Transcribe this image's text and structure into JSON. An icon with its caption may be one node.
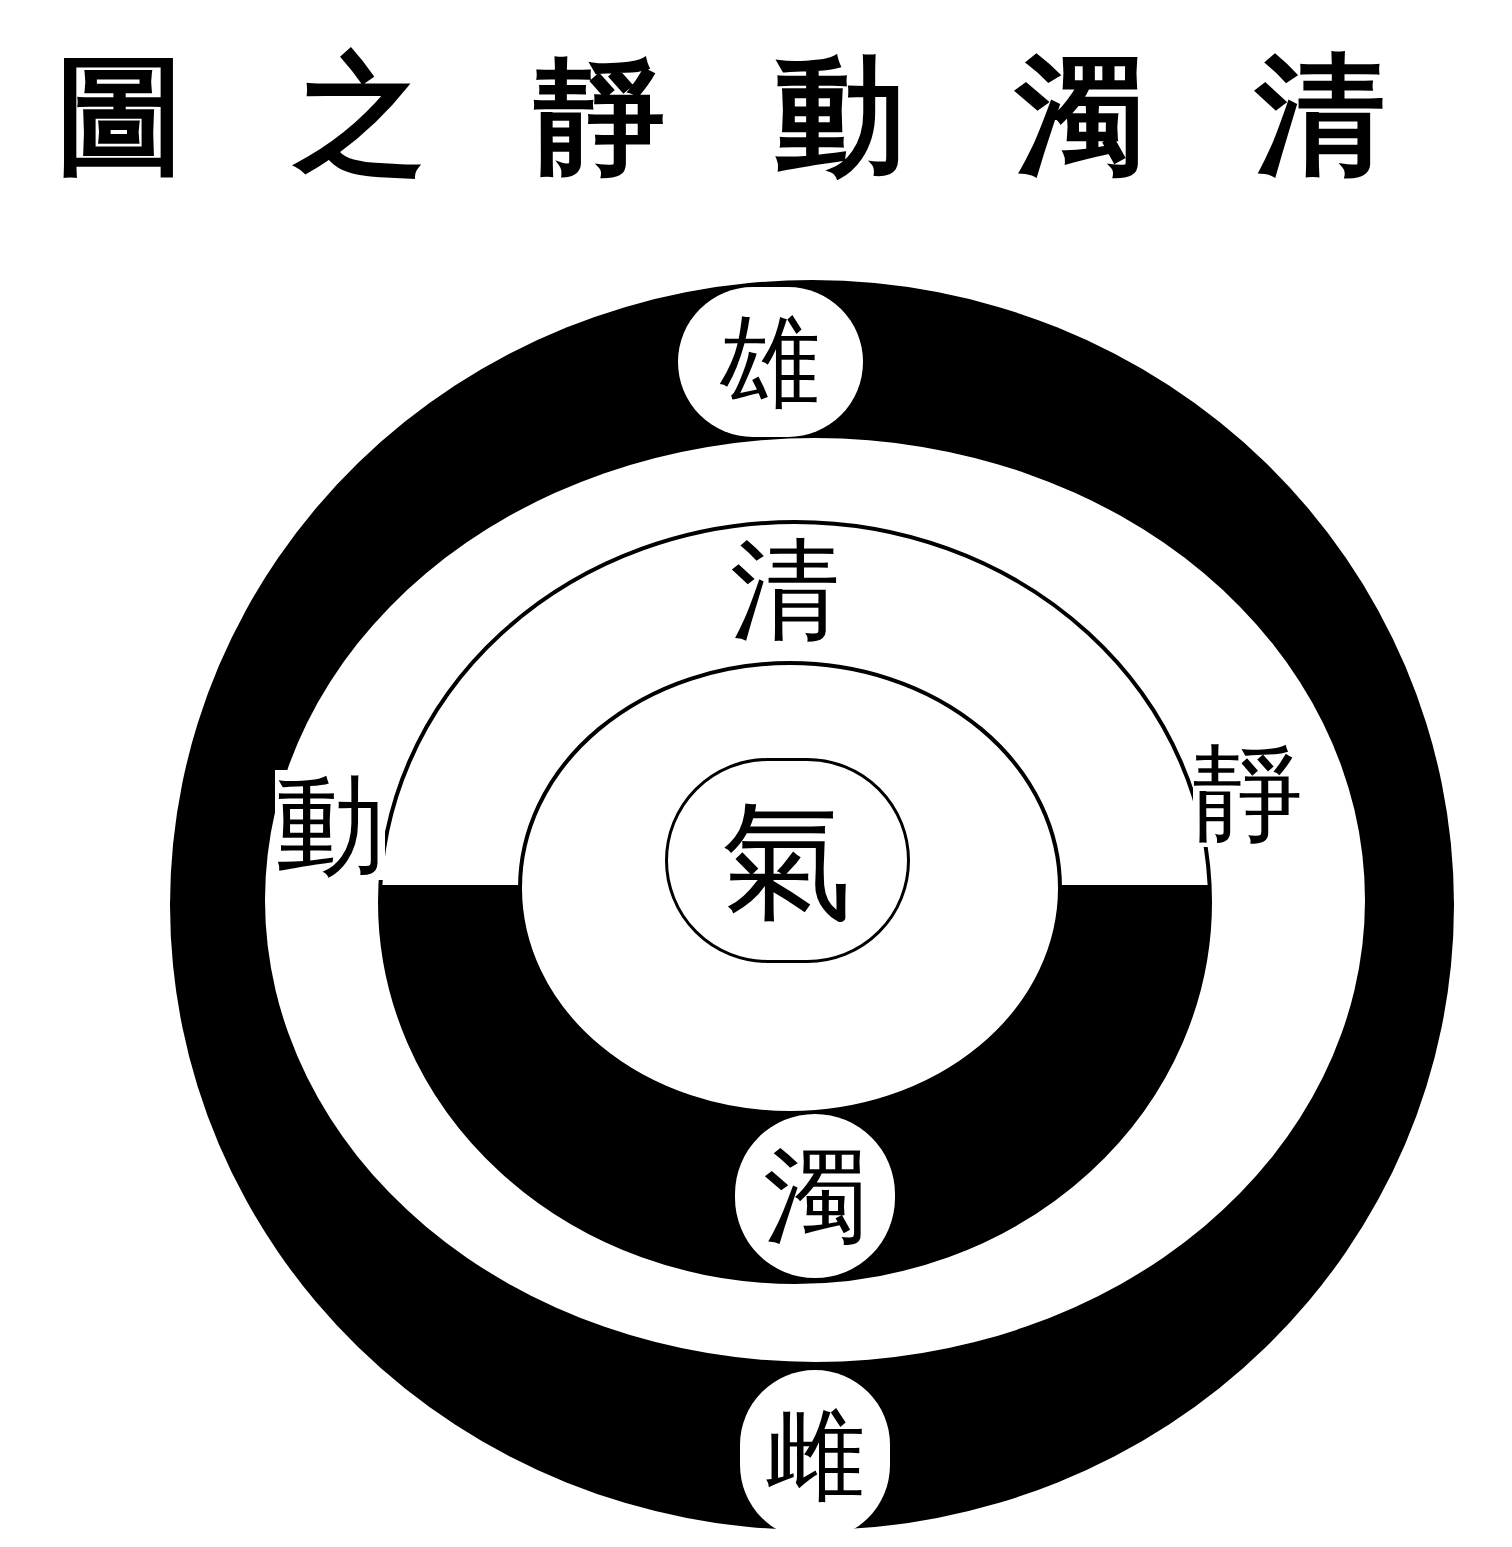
{
  "diagram": {
    "title": "圖之靜動濁清",
    "nodes": [
      {
        "text": [
          "雄"
        ]
      },
      {
        "text": [
          "濁"
        ]
      },
      {
        "text": [
          "氣"
        ]
      },
      {
        "text": [
          "雌"
        ]
      }
    ],
    "labels": [
      "清",
      "動",
      "靜"
    ]
  }
}
